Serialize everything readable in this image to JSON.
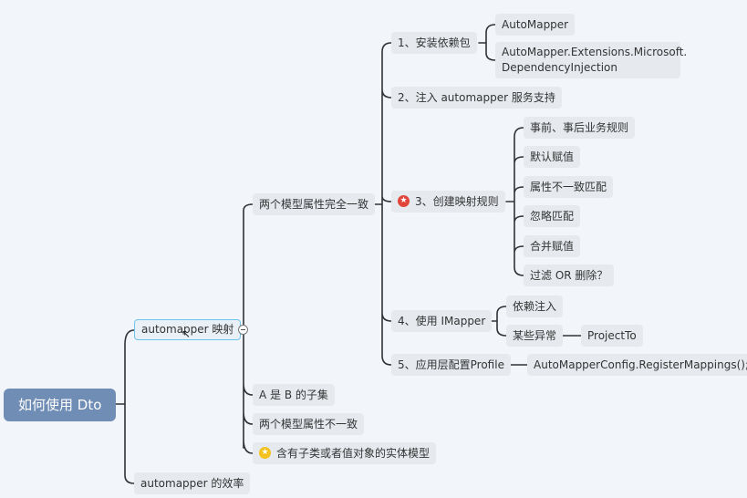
{
  "root": "如何使用 Dto",
  "branch_mapping": "automapper 映射",
  "branch_efficiency": "automapper 的效率",
  "same_props": "两个模型属性完全一致",
  "subset": "A 是 B 的子集",
  "diff_props": "两个模型属性不一致",
  "nested_models": "含有子类或者值对象的实体模型",
  "step1": "1、安装依赖包",
  "pkg_automapper": "AutoMapper",
  "pkg_extensions": "AutoMapper.Extensions.Microsoft.\nDependencyInjection",
  "step2": "2、注入 automapper 服务支持",
  "step3": "3、创建映射规则",
  "rules": [
    "事前、事后业务规则",
    "默认赋值",
    "属性不一致匹配",
    "忽略匹配",
    "合并赋值",
    "过滤 OR 删除？"
  ],
  "step4": "4、使用 IMapper",
  "di": "依赖注入",
  "exceptions": "某些异常",
  "project_to": "ProjectTo",
  "step5": "5、应用层配置Profile",
  "register": "AutoMapperConfig.RegisterMappings();",
  "colors": {
    "root_bg": "#6f8db5",
    "node_bg": "#e6eaef",
    "line": "#2f3338",
    "selected_border": "#6fc4ee"
  },
  "icons": [
    "priority-red-star-icon",
    "priority-gold-star-icon",
    "collapse-minus-icon"
  ]
}
